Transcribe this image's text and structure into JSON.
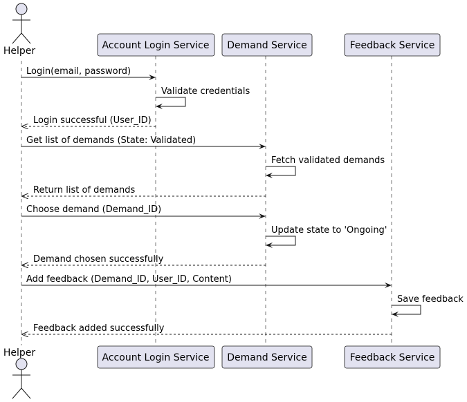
{
  "diagram": {
    "colors": {
      "participant_fill": "#E2E2F0",
      "participant_border": "#181818",
      "lifeline": "#181818",
      "arrow": "#181818"
    },
    "actor": {
      "label": "Helper",
      "icon": "stick-figure-actor-icon"
    },
    "participants": [
      {
        "id": "login",
        "label": "Account Login Service"
      },
      {
        "id": "demand",
        "label": "Demand Service"
      },
      {
        "id": "feedback",
        "label": "Feedback Service"
      }
    ],
    "messages": [
      {
        "from": "helper",
        "to": "login",
        "text": "Login(email, password)",
        "style": "solid"
      },
      {
        "from": "login",
        "to": "login",
        "text": "Validate credentials",
        "style": "self"
      },
      {
        "from": "login",
        "to": "helper",
        "text": "Login successful (User_ID)",
        "style": "dashed"
      },
      {
        "from": "helper",
        "to": "demand",
        "text": "Get list of demands (State: Validated)",
        "style": "solid"
      },
      {
        "from": "demand",
        "to": "demand",
        "text": "Fetch validated demands",
        "style": "self"
      },
      {
        "from": "demand",
        "to": "helper",
        "text": "Return list of demands",
        "style": "dashed"
      },
      {
        "from": "helper",
        "to": "demand",
        "text": "Choose demand (Demand_ID)",
        "style": "solid"
      },
      {
        "from": "demand",
        "to": "demand",
        "text": "Update state to 'Ongoing'",
        "style": "self"
      },
      {
        "from": "demand",
        "to": "helper",
        "text": "Demand chosen successfully",
        "style": "dashed"
      },
      {
        "from": "helper",
        "to": "feedback",
        "text": "Add feedback (Demand_ID, User_ID, Content)",
        "style": "solid"
      },
      {
        "from": "feedback",
        "to": "feedback",
        "text": "Save feedback",
        "style": "self"
      },
      {
        "from": "feedback",
        "to": "helper",
        "text": "Feedback added successfully",
        "style": "dashed"
      }
    ]
  }
}
